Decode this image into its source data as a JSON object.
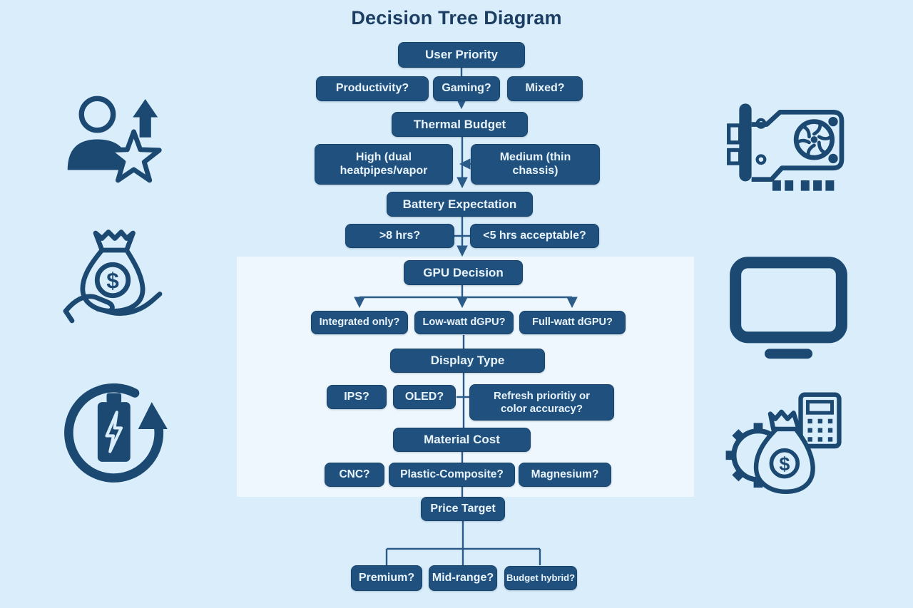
{
  "title": "Decision Tree Diagram",
  "nodes": {
    "user_priority": {
      "label": "User Priority"
    },
    "productivity": {
      "label": "Productivity?"
    },
    "gaming": {
      "label": "Gaming?"
    },
    "mixed": {
      "label": "Mixed?"
    },
    "thermal_budget": {
      "label": "Thermal Budget"
    },
    "thermal_high": {
      "label": "High (dual heatpipes/vapor"
    },
    "thermal_medium": {
      "label": "Medium (thin chassis)"
    },
    "battery_expectation": {
      "label": "Battery Expectation"
    },
    "battery_gt8": {
      "label": ">8 hrs?"
    },
    "battery_lt5": {
      "label": "<5 hrs acceptable?"
    },
    "gpu_decision": {
      "label": "GPU Decision"
    },
    "gpu_integrated": {
      "label": "Integrated only?"
    },
    "gpu_low_watt": {
      "label": "Low-watt dGPU?"
    },
    "gpu_full_watt": {
      "label": "Full-watt dGPU?"
    },
    "display_type": {
      "label": "Display Type"
    },
    "display_ips": {
      "label": "IPS?"
    },
    "display_oled": {
      "label": "OLED?"
    },
    "display_refresh": {
      "label": "Refresh prioritiy or color accuracy?"
    },
    "material_cost": {
      "label": "Material Cost"
    },
    "material_cnc": {
      "label": "CNC?"
    },
    "material_plastic": {
      "label": "Plastic-Composite?"
    },
    "material_magnesium": {
      "label": "Magnesium?"
    },
    "price_target": {
      "label": "Price Target"
    },
    "price_premium": {
      "label": "Premium?"
    },
    "price_mid": {
      "label": "Mid-range?"
    },
    "price_budget": {
      "label": "Budget hybrid?"
    }
  },
  "icons": {
    "left": [
      "user-growth-icon",
      "money-bag-hand-icon",
      "battery-cycle-icon"
    ],
    "right": [
      "gpu-card-icon",
      "monitor-icon",
      "gear-cost-calculator-icon"
    ]
  },
  "colors": {
    "background": "#d9edfa",
    "panel": "#eff7fc",
    "node_fill": "#20517e",
    "node_text": "#e9f3fb",
    "connector": "#2b5b89",
    "title_text": "#1c3e63",
    "icon": "#1b4972"
  }
}
